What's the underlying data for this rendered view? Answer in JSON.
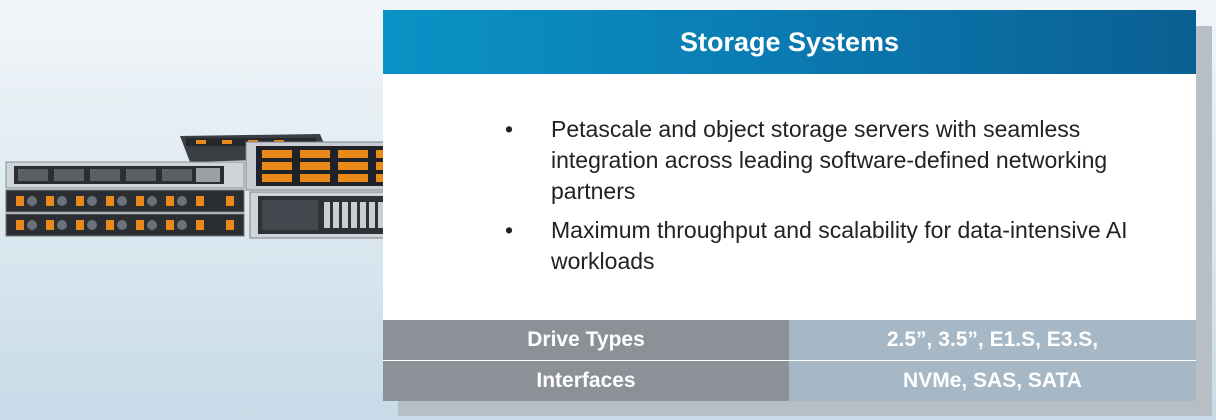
{
  "card": {
    "title": "Storage Systems",
    "bullets": [
      "Petascale and object storage servers with seamless integration across leading software-defined networking partners",
      "Maximum throughput and scalability for data-intensive AI workloads"
    ],
    "bullet_char": "•"
  },
  "specs": [
    {
      "label": "Drive Types",
      "value": "2.5”, 3.5”, E1.S, E3.S,"
    },
    {
      "label": "Interfaces",
      "value": "NVMe, SAS, SATA"
    }
  ],
  "colors": {
    "header_start": "#0a93c6",
    "header_end": "#0a5f92",
    "spec_label_bg": "#8c9197",
    "spec_value_bg": "#a6b8c6",
    "drive_accent": "#e8891a"
  }
}
